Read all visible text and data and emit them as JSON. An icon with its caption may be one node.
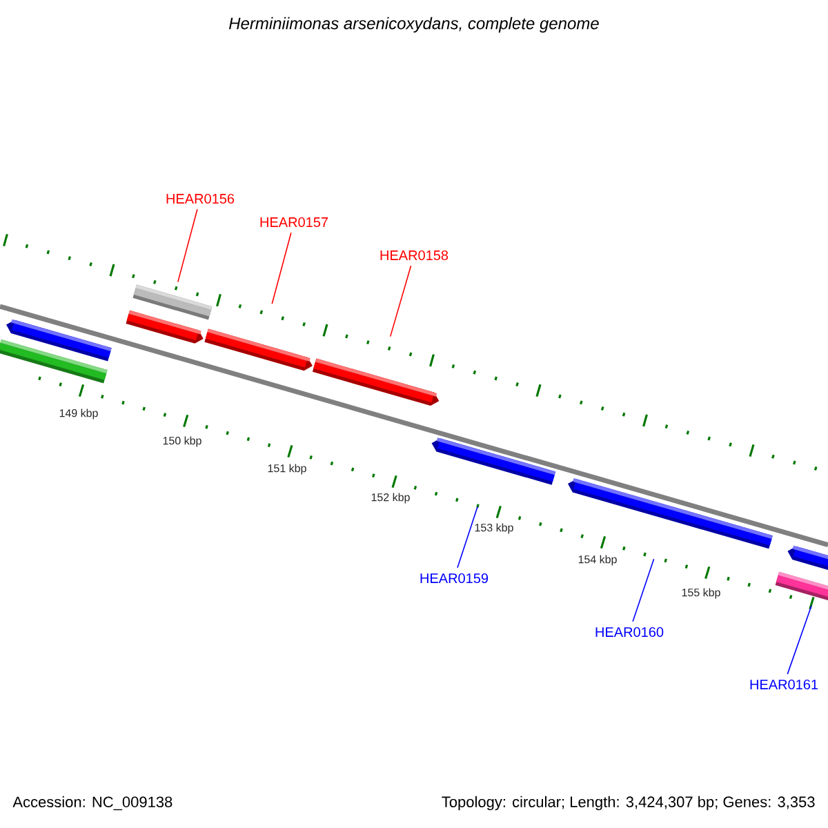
{
  "diagram": {
    "title": "Herminiimonas arsenicoxydans, complete genome",
    "nodes": [
      {
        "text": [
          "HEAR0156"
        ]
      },
      {
        "text": [
          "HEAR0157"
        ]
      },
      {
        "text": [
          "HEAR0158"
        ]
      },
      {
        "text": [],
        "shape": "bar"
      },
      {
        "text": [],
        "shape": "bar"
      },
      {
        "text": [],
        "shape": "bar"
      },
      {
        "text": [],
        "shape": "bar"
      },
      {
        "text": [],
        "shape": "bar"
      },
      {
        "text": [],
        "shape": "bar"
      },
      {
        "text": [],
        "shape": "bar"
      },
      {
        "text": [],
        "shape": "bar"
      },
      {
        "text": [],
        "shape": "bar"
      },
      {
        "text": [],
        "shape": "bar"
      },
      {
        "text": [
          "HEAR0159"
        ]
      },
      {
        "text": [
          "HEAR0160"
        ]
      },
      {
        "text": [
          "HEAR0161"
        ]
      }
    ],
    "edges": [
      {
        "from": 0,
        "to": 5,
        "arrow": "none",
        "color": "#ff0000"
      },
      {
        "from": 1,
        "to": 7,
        "arrow": "none",
        "color": "#ff0000"
      },
      {
        "from": 2,
        "to": 8,
        "arrow": "none",
        "color": "#ff0000"
      },
      {
        "from": 13,
        "to": 9,
        "arrow": "none",
        "color": "#0000ff"
      },
      {
        "from": 14,
        "to": 10,
        "arrow": "none",
        "color": "#0000ff"
      },
      {
        "from": 15,
        "to": 12,
        "arrow": "none",
        "color": "#0000ff"
      }
    ],
    "labels": [
      "149 kbp",
      "150 kbp",
      "151 kbp",
      "152 kbp",
      "153 kbp",
      "154 kbp",
      "155 kbp",
      "Accession: NC_009138",
      "Topology: circular; Length: 3,424,307 bp; Genes: 3,353"
    ]
  }
}
